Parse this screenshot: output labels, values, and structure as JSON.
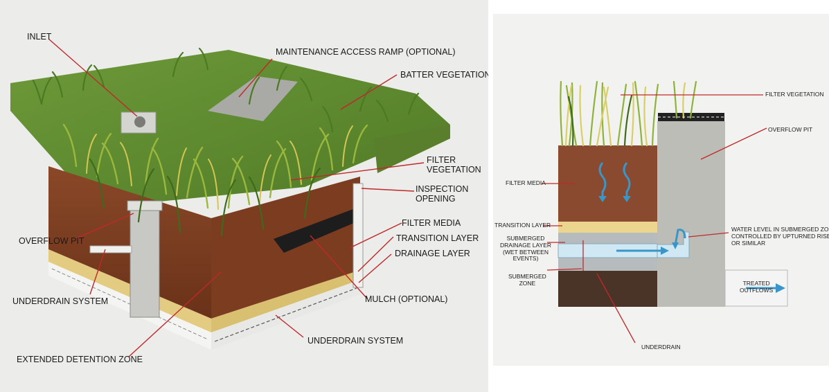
{
  "left": {
    "labels": {
      "inlet": "INLET",
      "maintenance_ramp": "MAINTENANCE ACCESS RAMP (OPTIONAL)",
      "batter_vegetation": "BATTER VEGETATION",
      "filter_vegetation": "FILTER\nVEGETATION",
      "inspection_opening": "INSPECTION\nOPENING",
      "filter_media": "FILTER MEDIA",
      "transition_layer": "TRANSITION LAYER",
      "drainage_layer": "DRAINAGE LAYER",
      "overflow_pit": "OVERFLOW PIT",
      "underdrain_system_left": "UNDERDRAIN SYSTEM",
      "mulch": "MULCH (OPTIONAL)",
      "underdrain_system_bottom": "UNDERDRAIN SYSTEM",
      "extended_detention": "EXTENDED DETENTION ZONE"
    }
  },
  "right": {
    "labels": {
      "filter_vegetation": "FILTER VEGETATION",
      "overflow_pit": "OVERFLOW PIT",
      "filter_media": "FILTER MEDIA",
      "transition_layer": "TRANSITION LAYER",
      "submerged_drainage": "SUBMERGED\nDRAINAGE LAYER\n(WET BETWEEN\nEVENTS)",
      "submerged_zone": "SUBMERGED\nZONE",
      "water_level": "WATER LEVEL IN SUBMERGED ZONE\nCONTROLLED BY UPTURNED RISER\nOR SIMILAR",
      "treated_outflows": "TREATED\nOUTFLOWS",
      "underdrain": "UNDERDRAIN"
    }
  },
  "colors": {
    "leader_line": "#c0282a",
    "grass": "#5f8a2f",
    "soil": "#7a3d22",
    "transition": "#e9d48e",
    "water_arrow": "#3a95c8",
    "concrete": "#bdbdb8"
  }
}
